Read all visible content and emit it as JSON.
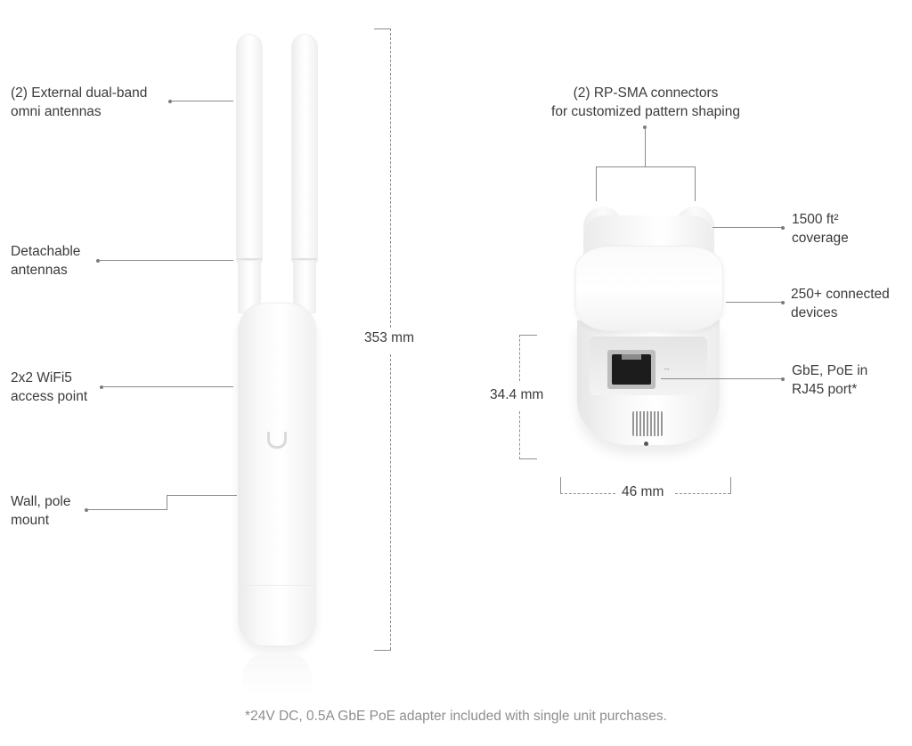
{
  "left_device": {
    "callouts": [
      {
        "line1": "(2) External dual-band",
        "line2": "omni antennas"
      },
      {
        "line1": "Detachable",
        "line2": "antennas"
      },
      {
        "line1": "2x2 WiFi5",
        "line2": "access point"
      },
      {
        "line1": "Wall, pole",
        "line2": "mount"
      }
    ],
    "height_dimension": "353 mm",
    "logo": "ubiquiti-u-logo"
  },
  "right_device": {
    "top_callout": {
      "line1": "(2) RP-SMA connectors",
      "line2": "for customized pattern shaping"
    },
    "callouts": [
      {
        "line1": "1500 ft²",
        "line2": "coverage"
      },
      {
        "line1": "250+ connected",
        "line2": "devices"
      },
      {
        "line1": "GbE, PoE in",
        "line2": "RJ45 port*"
      }
    ],
    "height_dimension": "34.4 mm",
    "width_dimension": "46 mm",
    "port_icon": "ethernet-port-icon"
  },
  "footnote": "*24V DC, 0.5A GbE PoE adapter included with single unit purchases.",
  "colors": {
    "text": "#3b3b3b",
    "footnote": "#8e8e8e",
    "leader_line": "#8a8a8a",
    "device_white": "#f8f8f8"
  }
}
